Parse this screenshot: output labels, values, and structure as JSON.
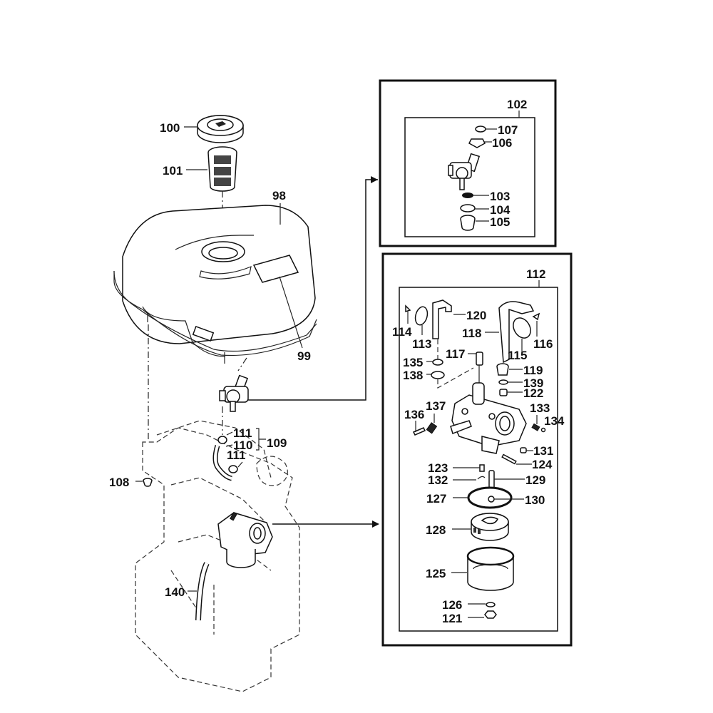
{
  "diagram": {
    "title": "Fuel tank and carburetor exploded parts diagram",
    "colors": {
      "ink": "#111111",
      "background": "#ffffff"
    },
    "main_view": {
      "labels": {
        "p100": "100",
        "p101": "101",
        "p98": "98",
        "p99": "99",
        "p111a": "111",
        "p110": "110",
        "p109": "109",
        "p111b": "111",
        "p108": "108",
        "p140": "140"
      }
    },
    "fuel_cock_detail": {
      "assembly": "102",
      "labels": {
        "p107": "107",
        "p106": "106",
        "p103": "103",
        "p104": "104",
        "p105": "105"
      }
    },
    "carburetor_detail": {
      "assembly": "112",
      "labels": {
        "p120": "120",
        "p114": "114",
        "p113": "113",
        "p118": "118",
        "p116": "116",
        "p115": "115",
        "p117": "117",
        "p135": "135",
        "p138": "138",
        "p119": "119",
        "p139": "139",
        "p122": "122",
        "p137": "137",
        "p136": "136",
        "p133": "133",
        "p134": "134",
        "p131": "131",
        "p123": "123",
        "p124": "124",
        "p132": "132",
        "p129": "129",
        "p127": "127",
        "p130": "130",
        "p128": "128",
        "p125": "125",
        "p126": "126",
        "p121": "121"
      }
    }
  }
}
